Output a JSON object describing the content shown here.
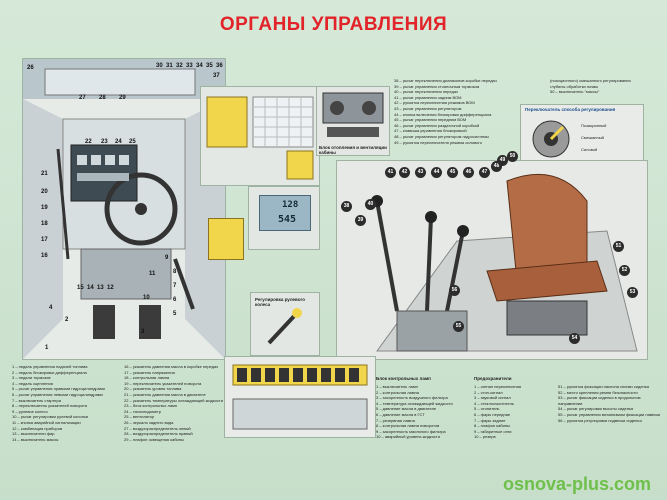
{
  "title": "ОРГАНЫ УПРАВЛЕНИЯ",
  "captions": {
    "heating_block": "Блок отопления и вентиляции кабины",
    "lamp_block": "Блок контрольных ламп",
    "fuses": "Предохранители",
    "switch_block": "Регулировка рулевого колеса",
    "plow_regulator": "Переключатель способа регулирования"
  },
  "watermark": "osnova-plus.com",
  "labels_left": [
    "1 – педаль управления подачей топлива",
    "2 – педаль блокировки дифференциала",
    "3 – педали тормозов",
    "4 – педаль сцепления",
    "5 – рычаг управления правыми гидроцилиндрами",
    "6 – рычаг управления левыми гидроцилиндрами",
    "7 – выключатель стартера",
    "8 – переключатель указателей поворота",
    "9 – рулевое колесо",
    "10 – рычаг регулировки рулевой колонки",
    "11 – кнопка аварийной сигнализации",
    "12 – комбинация приборов",
    "13 – выключатели фар",
    "14 – выключатель массы"
  ],
  "labels_mid": [
    "16 – указатель давления масла в коробке передач",
    "17 – указатель напряжения",
    "18 – контрольная лампа",
    "19 – переключатель указателей поворота",
    "20 – указатель уровня топлива",
    "21 – указатель давления масла в двигателе",
    "22 – указатель температуры охлаждающей жидкости",
    "23 – блок контрольных ламп",
    "24 – тахоспидометр",
    "25 – вентилятор",
    "26 – зеркало заднего вида",
    "27 – воздухораспределитель левый",
    "28 – воздухораспределитель правый",
    "29 – плафон освещения кабины"
  ],
  "labels_right_top": [
    "38 – рычаг переключения диапазонов коробки передач",
    "39 – рычаг управления стояночным тормозом",
    "40 – рычаг переключения передач",
    "41 – рычаг управления задним ВОМ",
    "42 – рукоятка переключения режимов ВОМ",
    "43 – рычаг управления регулятором",
    "44 – кнопка включения блокировки дифференциала",
    "45 – рычаг управления передним ВОМ",
    "46 – рычаг управления раздаточной коробкой",
    "47 – клавиша управления блокировкой",
    "48 – рычаг управления регулятором гидросистемы",
    "49 – рукоятка переключателя режима силового"
  ],
  "labels_right_top2": [
    "(позиционного) смешанного регулирования",
    "глубины обработки почвы",
    "50 – выключатель \"массы\""
  ],
  "labels_lamp": [
    "1 – выключатель ламп",
    "2 – контрольная лампа",
    "3 – засоренность воздушного фильтра",
    "4 – температура охлаждающей жидкости",
    "5 – давление масла в двигателе",
    "6 – давление масла в ГСТ",
    "7 – резервная лампа",
    "8 – контрольная лампа поворотов",
    "9 – засоренность масляного фильтра",
    "10 – аварийный уровень жидкости"
  ],
  "labels_fuse": [
    "1 – сигнал переключения",
    "2 – стоп-сигнал",
    "3 – звуковой сигнал",
    "4 – стеклоочиститель",
    "5 – отопитель",
    "6 – фары передние",
    "7 – фары задние",
    "8 – плафон кабины",
    "9 – габаритные огни",
    "10 – резерв"
  ],
  "labels_fuse2": [
    "51 – рукоятка фиксации наклона спинки сиденья",
    "52 – место крепления ремня безопасности",
    "53 – рычаг фиксации сиденья в продольном направлении",
    "54 – рычаг регулировки высоты сиденья",
    "55 – рычаг управления механизмом фиксации навески",
    "56 – рукоятка регулировки подвески сиденья"
  ],
  "callouts_cab": [
    "26",
    "30",
    "31",
    "32",
    "33",
    "34",
    "35",
    "36",
    "37",
    "27",
    "28",
    "29",
    "22",
    "23",
    "24",
    "25",
    "21",
    "20",
    "19",
    "18",
    "17",
    "16",
    "15",
    "14",
    "13",
    "12",
    "11",
    "10",
    "9",
    "8",
    "7",
    "6",
    "5",
    "4",
    "3",
    "2",
    "1"
  ],
  "callouts_seat": [
    "38",
    "39",
    "40",
    "41",
    "42",
    "43",
    "44",
    "45",
    "46",
    "47",
    "48",
    "49",
    "50",
    "51",
    "52",
    "53",
    "54",
    "55",
    "56"
  ],
  "control_labels": [
    "Позиционный",
    "Смешанный",
    "Силовой"
  ],
  "lcd_values": [
    "128",
    "545"
  ],
  "colors": {
    "title": "#e2232a",
    "watermark": "#6fbf4b",
    "yellow": "#f1d54a",
    "bg": "#cfe3d2"
  }
}
